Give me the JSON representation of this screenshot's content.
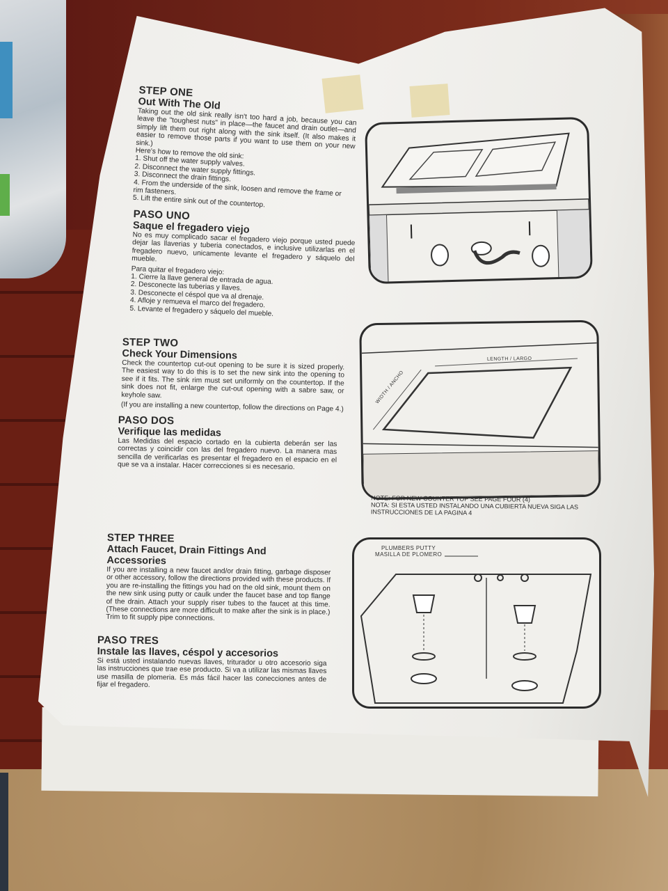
{
  "step_one": {
    "step": "STEP ONE",
    "title": "Out With The Old",
    "body": "Taking out the old sink really isn't too hard a job, because you can leave the \"toughest nuts\" in place—the faucet and drain outlet—and simply lift them out right along with the sink itself. (It also makes it easier to remove those parts if you want to use them on your new sink.)",
    "intro": "Here's how to remove the old sink:",
    "items": [
      "1. Shut off the water supply valves.",
      "2. Disconnect the water supply fittings.",
      "3. Disconnect the drain fittings.",
      "4. From the underside of the sink, loosen and remove the frame or rim fasteners.",
      "5. Lift the entire sink out of the countertop."
    ]
  },
  "paso_uno": {
    "step": "PASO UNO",
    "title": "Saque el fregadero viejo",
    "body": "No es muy complicado sacar el fregadero viejo porque usted puede dejar las llaverias y tuberia conectados, e inclusive utilizarlas en el fregadero nuevo, unicamente levante el fregadero y sáquelo del mueble.",
    "intro": "Para quitar el fregadero viejo:",
    "items": [
      "1. Cierre la llave general de entrada de agua.",
      "2. Desconecte las tuberias y llaves.",
      "3. Desconecte el céspol que va al drenaje.",
      "4. Afloje y remueva el marco del fregadero.",
      "5. Levante el fregadero y sáquelo del mueble."
    ]
  },
  "step_two": {
    "step": "STEP TWO",
    "title": "Check Your Dimensions",
    "body": "Check the countertop cut-out opening to be sure it is sized properly. The easiest way to do this is to set the new sink into the opening to see if it fits. The sink rim must set uniformly on the countertop. If the sink does not fit, enlarge the cut-out opening with a sabre saw, or keyhole saw.",
    "note": "(If you are installing a new countertop, follow the directions on Page 4.)"
  },
  "paso_dos": {
    "step": "PASO DOS",
    "title": "Verifique las medidas",
    "body": "Las Medidas del espacio cortado en la cubierta deberán ser las correctas y coincidir con las del fregadero nuevo. La manera mas sencilla de verificarlas es presentar el fregadero en el espacio en el que se va a instalar. Hacer correcciones si es necesario."
  },
  "illustration_two": {
    "length_label": "LENGTH / LARGO",
    "width_label": "WIDTH / ANCHO",
    "note_en": "NOTE: FOR NEW COUNTER TOP SEE PAGE FOUR (4)",
    "note_es": "NOTA: SI ESTA USTED INSTALANDO UNA CUBIERTA NUEVA SIGA LAS INSTRUCCIONES DE LA PAGINA 4"
  },
  "step_three": {
    "step": "STEP THREE",
    "title": "Attach Faucet, Drain Fittings And Accessories",
    "body": "If you are installing a new faucet and/or drain fitting, garbage disposer or other accessory, follow the directions provided with these products. If you are re-installing the fittings you had on the old sink, mount them on the new sink using putty or caulk under the faucet base and top flange of the drain. Attach your supply riser tubes to the faucet at this time. (These connections are more difficult to make after the sink is in place.) Trim to fit supply pipe connections."
  },
  "paso_tres": {
    "step": "PASO TRES",
    "title": "Instale las llaves, céspol y accesorios",
    "body": "Si está usted instalando nuevas llaves, triturador u otro accesorio siga las instrucciones que trae ese producto. Si va a utilizar las mismas llaves use masilla de plomeria. Es más fácil hacer las conecciones antes de fijar el fregadero."
  },
  "illustration_three": {
    "label_en": "PLUMBERS PUTTY",
    "label_es": "MASILLA DE PLOMERO"
  }
}
